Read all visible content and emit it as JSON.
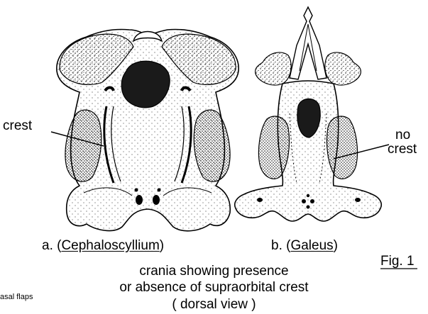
{
  "labels": {
    "crest": "crest",
    "no": "no",
    "no_crest": "crest"
  },
  "panel_a": {
    "prefix": "a. (",
    "genus": "Cephaloscyllium",
    "suffix": ")"
  },
  "panel_b": {
    "prefix": "b. (",
    "genus": "Galeus",
    "suffix": ")"
  },
  "caption": {
    "line1": "crania showing presence",
    "line2": "or absence of supraorbital crest",
    "line3": "( dorsal view )"
  },
  "figure_label": "Fig. 1",
  "cropped_text": {
    "line1": "asal flaps"
  }
}
